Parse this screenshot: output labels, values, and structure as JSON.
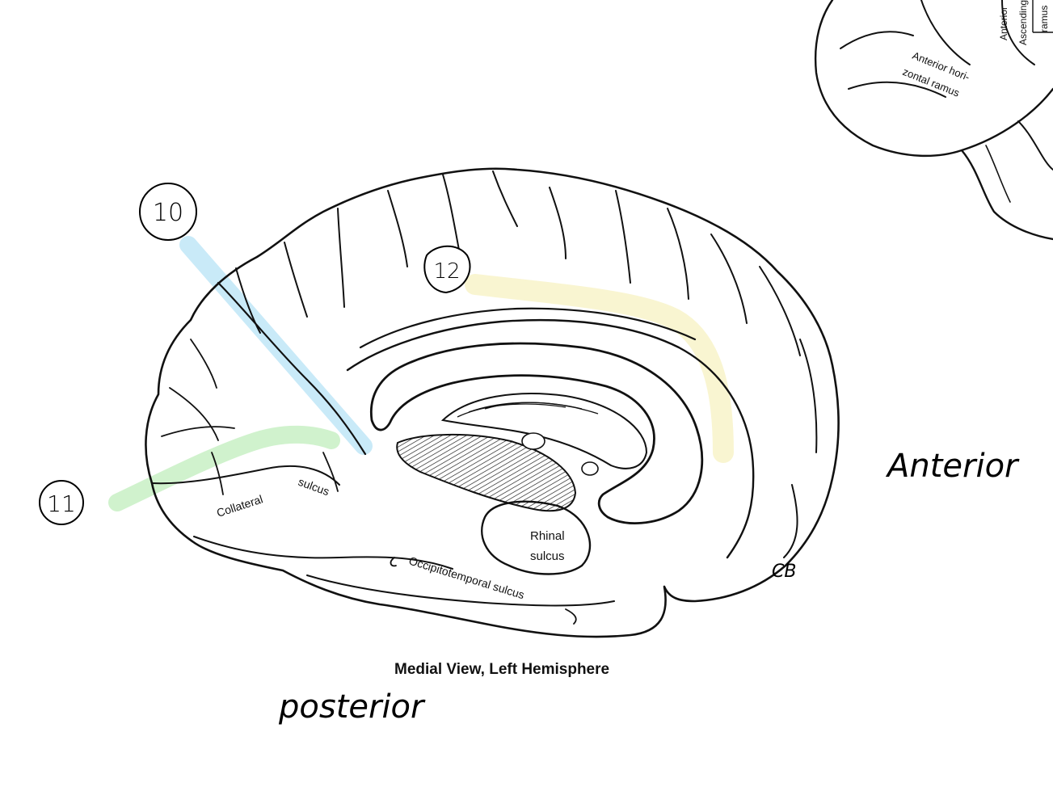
{
  "figure": {
    "caption": "Medial View, Left Hemisphere",
    "signature": "CB"
  },
  "printed_labels": {
    "collateral": "Collateral",
    "sulcus": "sulcus",
    "rhinal_1": "Rhinal",
    "rhinal_2": "sulcus",
    "occipitotemporal": "Occipitotemporal sulcus"
  },
  "inset_labels": {
    "anterior_horizontal_1": "Anterior hori-",
    "anterior_horizontal_2": "zontal ramus",
    "anterior_vertical": "Anterior",
    "ascending": "Ascending",
    "ramus": "ramus"
  },
  "annotations": {
    "markers": [
      "10",
      "11",
      "12"
    ],
    "anterior": "Anterior",
    "posterior": "posterior"
  },
  "highlight_colors": {
    "marker_10": "#bfe6f7",
    "marker_11": "#c8f0c4",
    "marker_12": "#f8f4cc"
  },
  "icons": [
    "brain-outline-icon",
    "corpus-callosum-icon",
    "thalamus-hatched-icon"
  ]
}
